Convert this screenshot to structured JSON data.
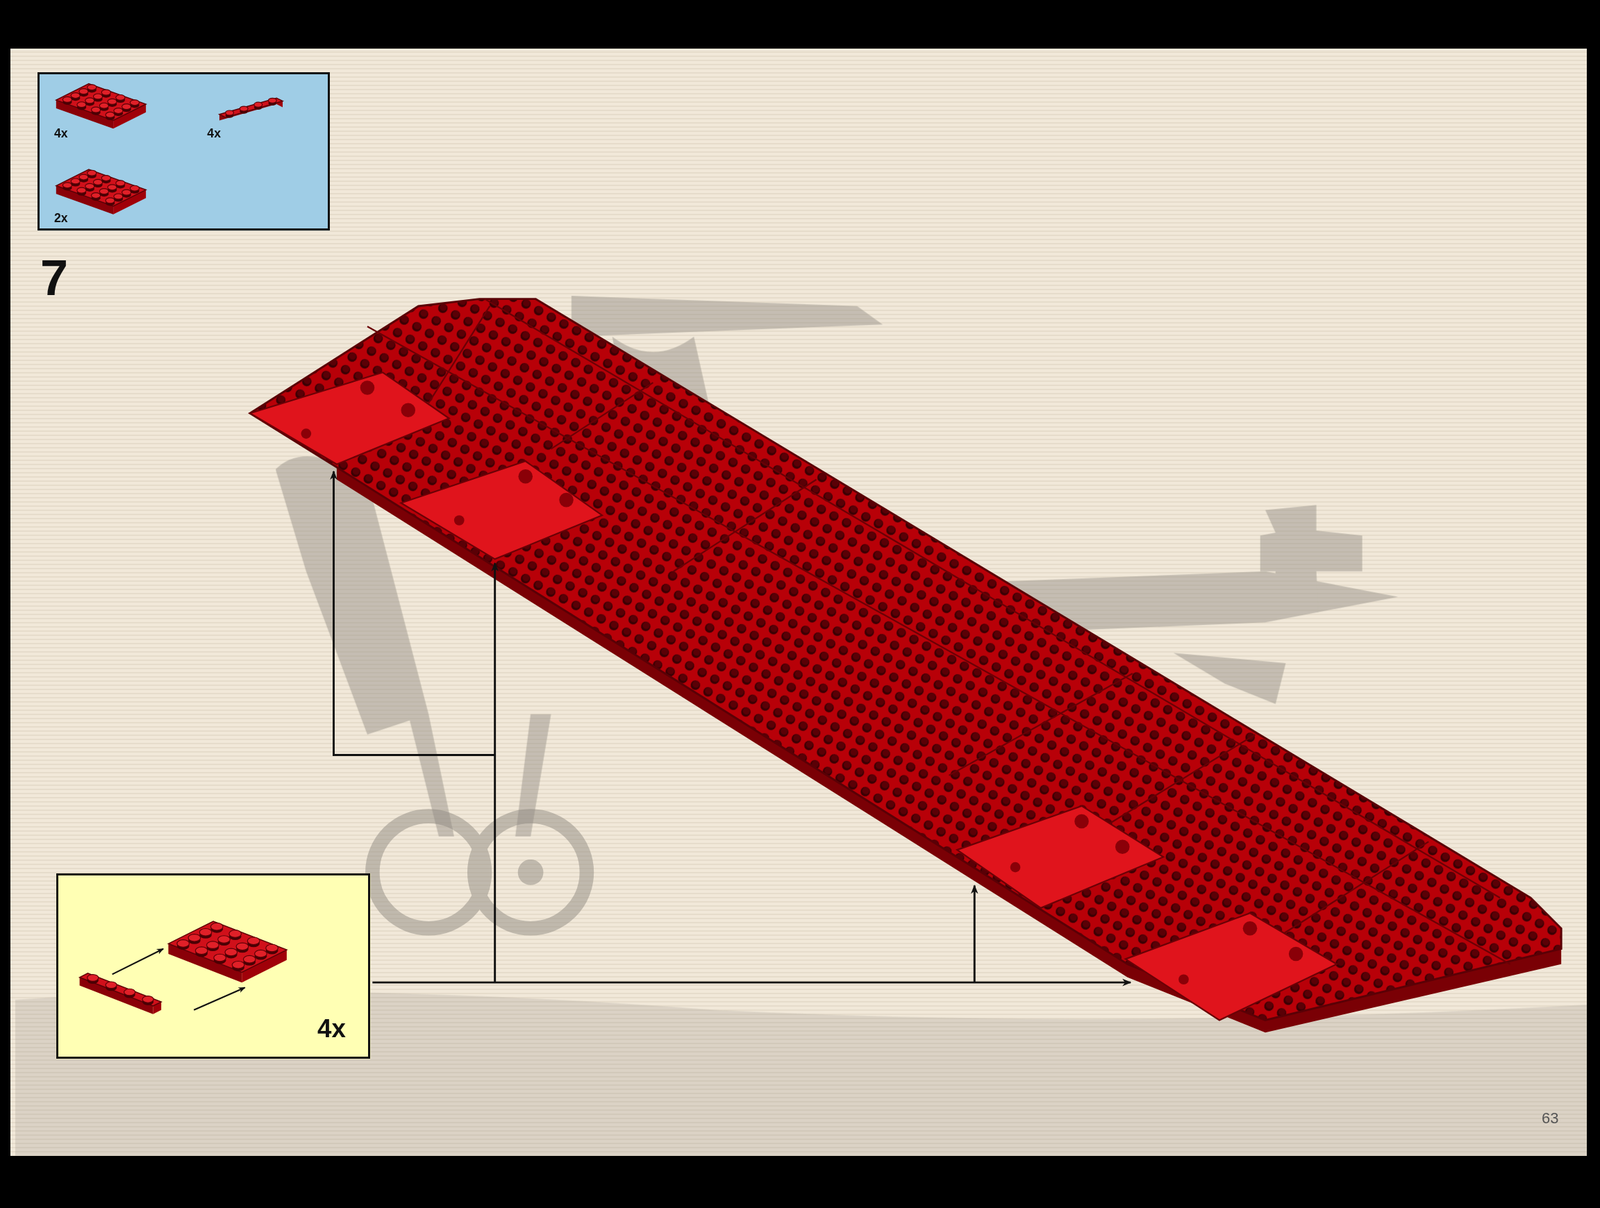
{
  "diagram": {
    "nodes": [
      {
        "text": [
          "4x",
          "4x",
          "2x"
        ]
      },
      {
        "text": [
          "4x"
        ]
      }
    ],
    "labels": [
      "7",
      "63"
    ]
  }
}
